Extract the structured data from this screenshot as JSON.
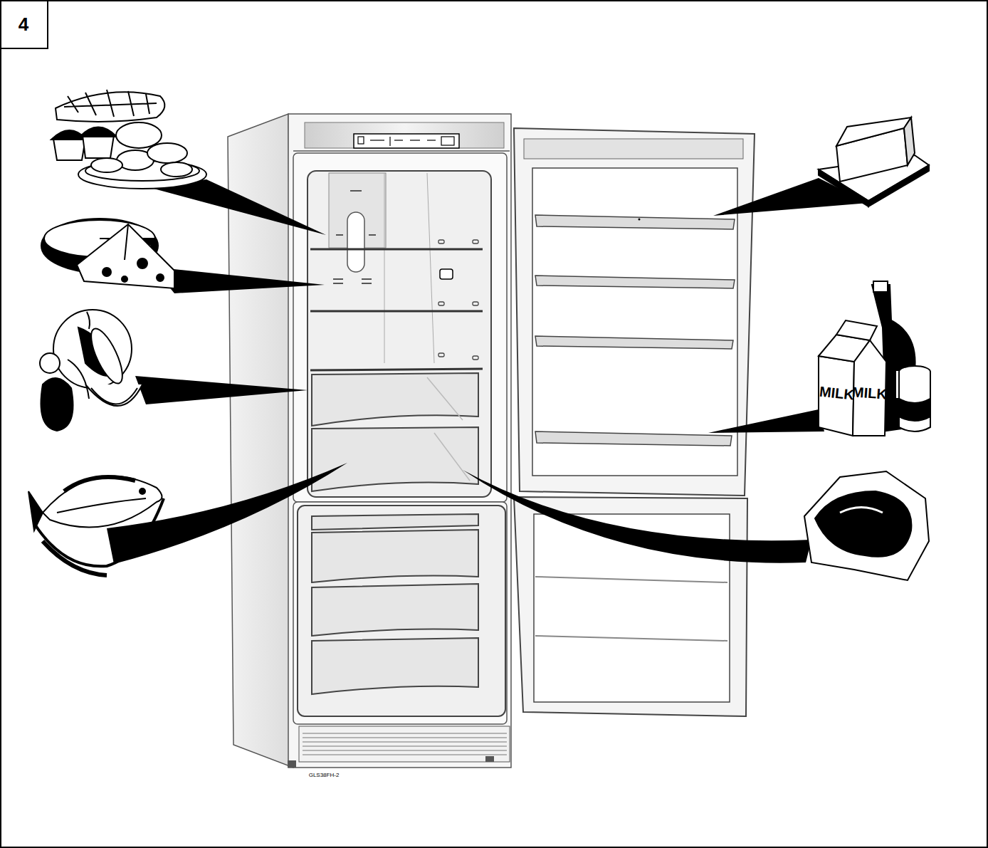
{
  "diagram": {
    "labels": [
      "4",
      "MILK",
      "MILK",
      "GLS38FH-2"
    ]
  }
}
